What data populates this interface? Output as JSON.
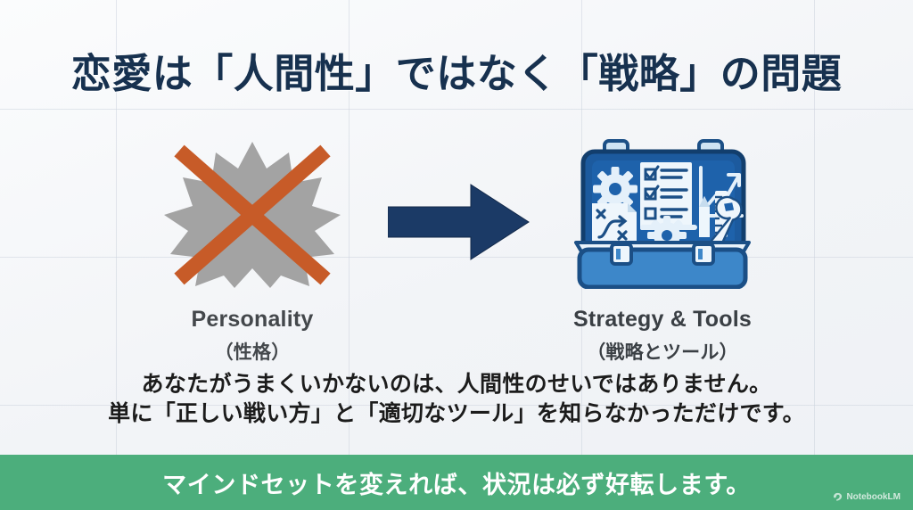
{
  "slide": {
    "title": "恋愛は「人間性」ではなく「戦略」の問題",
    "colors": {
      "title_navy": "#17314f",
      "arrow_navy": "#1b3a66",
      "starburst_gray": "#a3a3a3",
      "cross_orange": "#c75b28",
      "toolbox_light_blue": "#3d87c9",
      "toolbox_dark_blue": "#1c5a9e",
      "banner_green": "#4cae7c",
      "background": "#f2f4f7"
    },
    "concepts": [
      {
        "icon": "starburst-crossed-out-icon",
        "label_en": "Personality",
        "label_jp": "（性格）"
      },
      {
        "icon": "toolbox-icon",
        "label_en": "Strategy & Tools",
        "label_jp": "（戦略とツール）"
      }
    ],
    "transition_icon": "right-arrow-icon",
    "body_lines": [
      "あなたがうまくいかないのは、人間性のせいではありません。",
      "単に「正しい戦い方」と「適切なツール」を知らなかっただけです。"
    ],
    "footer": {
      "text": "マインドセットを変えれば、状況は必ず好転します。",
      "watermark": "NotebookLM",
      "watermark_icon": "notebooklm-logo-icon"
    }
  }
}
